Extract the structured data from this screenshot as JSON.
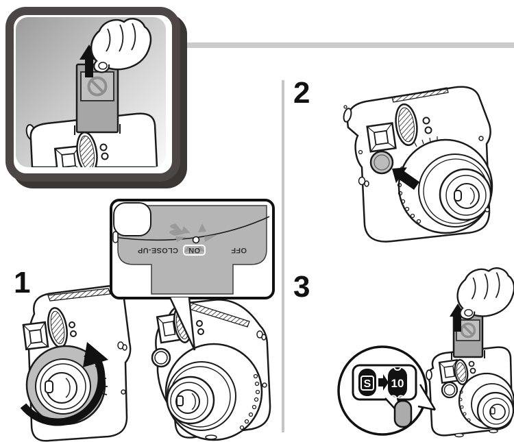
{
  "steps": [
    {
      "number": "1"
    },
    {
      "number": "2"
    },
    {
      "number": "3"
    }
  ],
  "power_switch_inset": {
    "off_label": "OFF",
    "on_label": "ON",
    "close_up_label": "CLOSE-UP",
    "orientation": "rotated-180",
    "lamp": "indicator-lamp-blinking"
  },
  "film_counter_callout": {
    "from_value": "S",
    "from_next_partial": "10",
    "to_value": "10"
  },
  "icons": {
    "prohibition_icon": "circle-with-slash",
    "up_arrow_icon": "solid-up-arrow",
    "rotation_arrow_icon": "thick-clockwise-arc-arrow",
    "press_arrow_icon": "solid-diagonal-arrow",
    "counter_arrow_icon": "solid-right-arrow",
    "hand_icon": "hand-pulling-film-cover"
  },
  "colors": {
    "panel_border": "#4c4744",
    "panel_shadow": "#3a3633",
    "panel_gradient_start": "#9b9b9b",
    "panel_gradient_end": "#fafafa",
    "top_bar": "#c9cbca",
    "section_divider": "#c5c5c5",
    "line_art": "#1a1a1a",
    "body_gray": "#b5b5b5",
    "film_cover_gray": "#a6a6a6",
    "lens_ring_gray": "#bdbdbd",
    "button_gray": "#c4c4c4",
    "counter_window_gray": "#ababab"
  }
}
